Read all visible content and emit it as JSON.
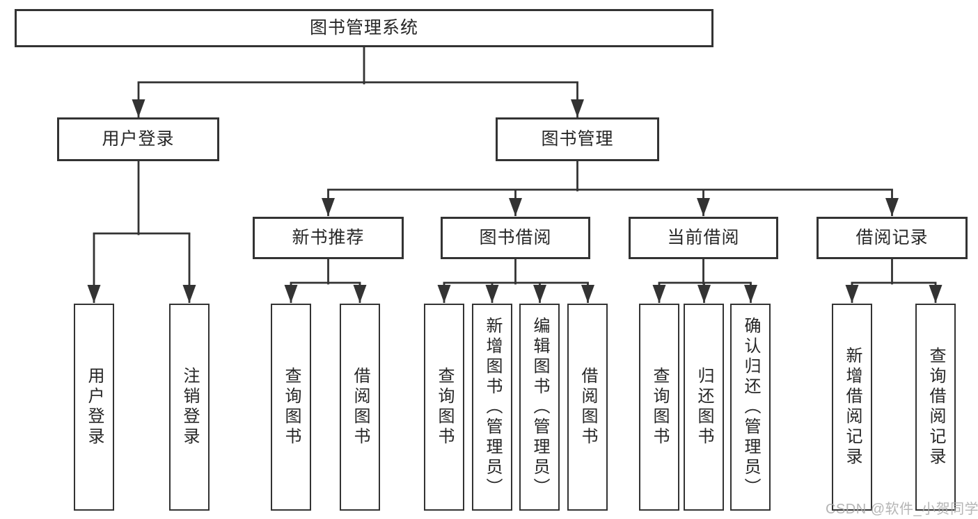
{
  "tree": {
    "root": {
      "label": "图书管理系统"
    },
    "branches": [
      {
        "label": "用户登录",
        "leaves": [
          "用户登录",
          "注销登录"
        ]
      },
      {
        "label": "图书管理",
        "groups": [
          {
            "label": "新书推荐",
            "leaves": [
              "查询图书",
              "借阅图书"
            ]
          },
          {
            "label": "图书借阅",
            "leaves": [
              "查询图书",
              "新增图书（管理员）",
              "编辑图书（管理员）",
              "借阅图书"
            ]
          },
          {
            "label": "当前借阅",
            "leaves": [
              "查询图书",
              "归还图书",
              "确认归还（管理员）"
            ]
          },
          {
            "label": "借阅记录",
            "leaves": [
              "新增借阅记录",
              "查询借阅记录"
            ]
          }
        ]
      }
    ]
  },
  "watermark": "CSDN @软件_小贺同学",
  "colors": {
    "line": "#333333",
    "box_border": "#333333",
    "text": "#262626",
    "background": "#ffffff",
    "watermark": "#a8a8a8"
  }
}
